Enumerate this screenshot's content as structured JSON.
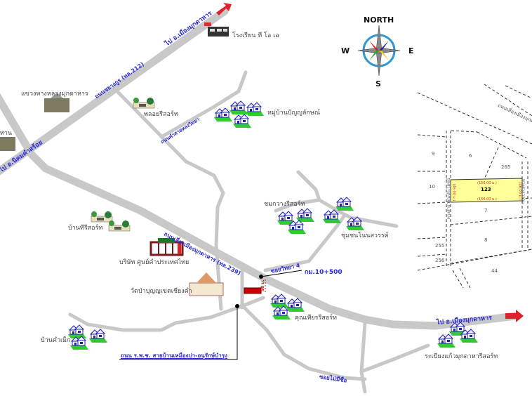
{
  "compass": {
    "north": "NORTH",
    "south": "S",
    "east": "E",
    "west": "W"
  },
  "roads": {
    "to_mukdahan_top": "ไป อ.เมืองมุกดาหาร",
    "chayangkun": "ถนนชยางกูร (ทล.212)",
    "to_nikhom": "ไป อ.นิคมคำสร้อย",
    "kham_sai": "ถนนคำสายหลงวิทยา",
    "bypass": "ถนนเลี่ยงเมืองมุกดาหาร (ทล.239)",
    "soi_withaya4": "ซอยวิทยา 4",
    "km": "กม.10+500",
    "distance": "50 ม.",
    "rphs": "ถนน ร.พ.ช. สายบ้านเหมืองบ่า-อนุรักษ์บำรุง",
    "to_mukdahan_right": "ไป อ.เมืองมุกดาหาร",
    "soi_no_name": "ซอยไม่มีชื่อ"
  },
  "places": {
    "school": "โรงเรียน ที โอ เอ",
    "highway_office": "แขวงทางหลวงมุกดาหาร",
    "left_building": "ทาน",
    "phalo_resort": "พลอยรีสอร์ท",
    "village_panya": "หมู่บ้านปัญญลักษณ์",
    "chomkwang": "ชมกวางรีสอร์ท",
    "chumchon": "ชุมชนโนนสวรรค์",
    "banthiri": "บ้านทีรีสอร์ท",
    "company": "บริษัท ศูนย์คำประเทศไทย",
    "wat": "วัดป่าบุญญเขตเชียงคำ",
    "khunphian": "คุณเพียรรีสอร์ท",
    "ban_kham": "บ้านคำเม็ก",
    "rawiang": "ระเบียงแก้วมุกดาหารีสอร์ท"
  },
  "parcel": {
    "road_label": "ถนนเลี่ยงเมืองมุกดาหาร",
    "left_road": "ทางสาธารณประโยชน์",
    "right_road": "ทางสาธารณะ",
    "main_lot": "123",
    "top_dim": "(156.00 ม.)",
    "bottom_dim": "(156.00 ม.)",
    "left_dim": "(46.00 ม.)",
    "right_dim": "(46.00 ม.)",
    "lots": [
      "9",
      "6",
      "265",
      "10",
      "7",
      "8",
      "255",
      "256",
      "44"
    ]
  },
  "colors": {
    "road": "#c8c8c8",
    "road_label": "#2a2ad8",
    "arrow": "#e0202a",
    "lot": "#ffff99"
  }
}
